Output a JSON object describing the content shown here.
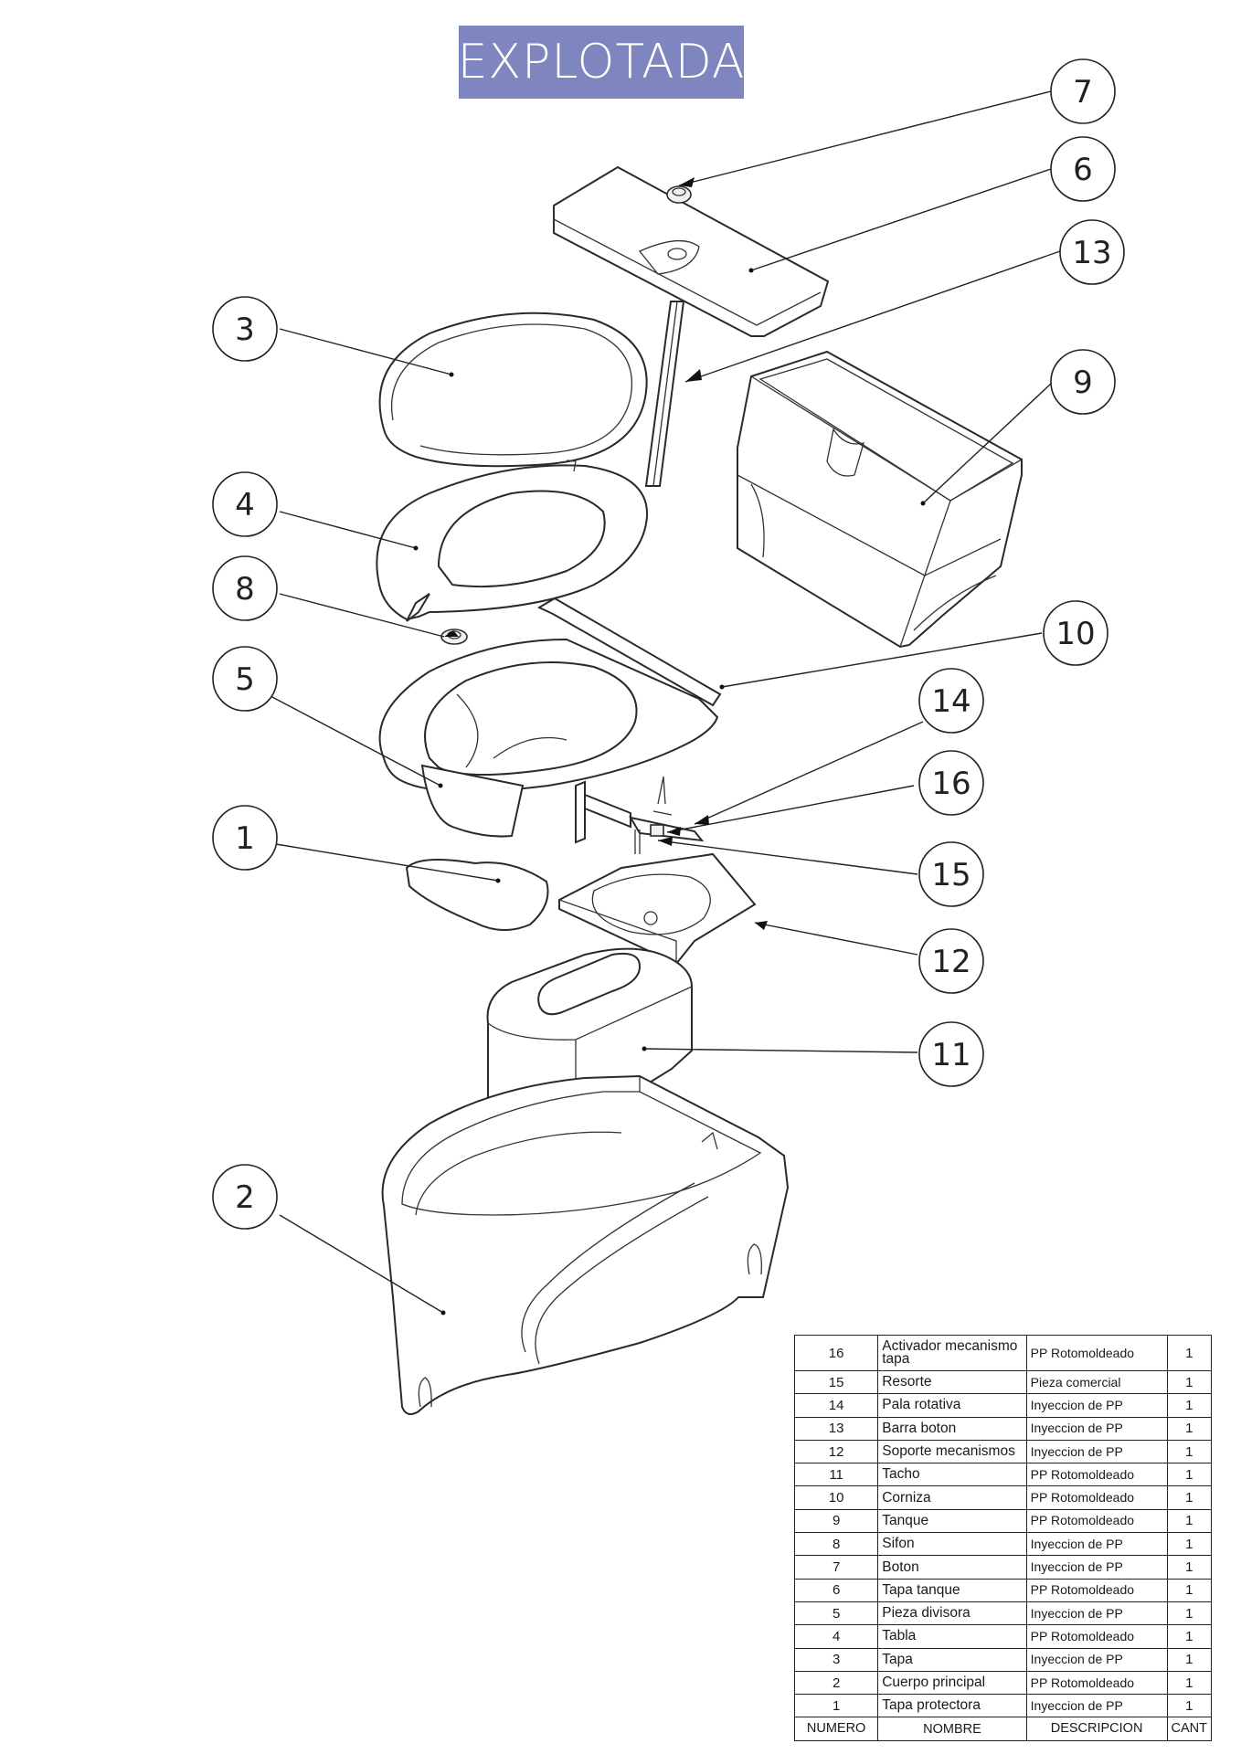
{
  "title": "EXPLOTADA",
  "callouts": [
    {
      "id": "callout-7",
      "label": "7"
    },
    {
      "id": "callout-6",
      "label": "6"
    },
    {
      "id": "callout-13",
      "label": "13"
    },
    {
      "id": "callout-9",
      "label": "9"
    },
    {
      "id": "callout-3",
      "label": "3"
    },
    {
      "id": "callout-4",
      "label": "4"
    },
    {
      "id": "callout-8",
      "label": "8"
    },
    {
      "id": "callout-10",
      "label": "10"
    },
    {
      "id": "callout-5",
      "label": "5"
    },
    {
      "id": "callout-14",
      "label": "14"
    },
    {
      "id": "callout-16",
      "label": "16"
    },
    {
      "id": "callout-1",
      "label": "1"
    },
    {
      "id": "callout-15",
      "label": "15"
    },
    {
      "id": "callout-12",
      "label": "12"
    },
    {
      "id": "callout-11",
      "label": "11"
    },
    {
      "id": "callout-2",
      "label": "2"
    }
  ],
  "bom": {
    "rows": [
      {
        "numero": "16",
        "nombre": "Activador mecanismo tapa",
        "descripcion": "PP Rotomoldeado",
        "cant": "1"
      },
      {
        "numero": "15",
        "nombre": "Resorte",
        "descripcion": "Pieza comercial",
        "cant": "1"
      },
      {
        "numero": "14",
        "nombre": "Pala rotativa",
        "descripcion": "Inyeccion de PP",
        "cant": "1"
      },
      {
        "numero": "13",
        "nombre": "Barra boton",
        "descripcion": "Inyeccion de PP",
        "cant": "1"
      },
      {
        "numero": "12",
        "nombre": "Soporte mecanismos",
        "descripcion": "Inyeccion de PP",
        "cant": "1"
      },
      {
        "numero": "11",
        "nombre": "Tacho",
        "descripcion": "PP Rotomoldeado",
        "cant": "1"
      },
      {
        "numero": "10",
        "nombre": "Corniza",
        "descripcion": "PP Rotomoldeado",
        "cant": "1"
      },
      {
        "numero": "9",
        "nombre": "Tanque",
        "descripcion": "PP Rotomoldeado",
        "cant": "1"
      },
      {
        "numero": "8",
        "nombre": "Sifon",
        "descripcion": "Inyeccion de PP",
        "cant": "1"
      },
      {
        "numero": "7",
        "nombre": "Boton",
        "descripcion": "Inyeccion de PP",
        "cant": "1"
      },
      {
        "numero": "6",
        "nombre": "Tapa tanque",
        "descripcion": "PP Rotomoldeado",
        "cant": "1"
      },
      {
        "numero": "5",
        "nombre": "Pieza divisora",
        "descripcion": "Inyeccion de PP",
        "cant": "1"
      },
      {
        "numero": "4",
        "nombre": "Tabla",
        "descripcion": "PP Rotomoldeado",
        "cant": "1"
      },
      {
        "numero": "3",
        "nombre": "Tapa",
        "descripcion": "Inyeccion de PP",
        "cant": "1"
      },
      {
        "numero": "2",
        "nombre": "Cuerpo principal",
        "descripcion": "PP Rotomoldeado",
        "cant": "1"
      },
      {
        "numero": "1",
        "nombre": "Tapa protectora",
        "descripcion": "Inyeccion de PP",
        "cant": "1"
      }
    ],
    "headers": {
      "numero": "NUMERO",
      "nombre": "NOMBRE",
      "descripcion": "DESCRIPCION",
      "cant": "CANT"
    }
  }
}
